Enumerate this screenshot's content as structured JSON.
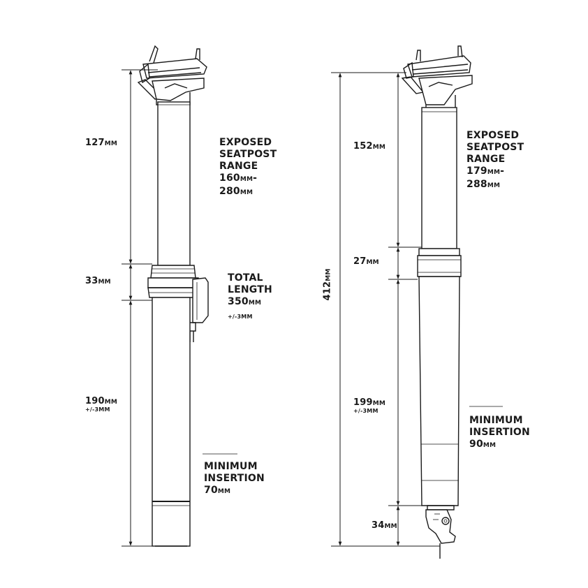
{
  "left_post": {
    "dims": [
      {
        "value": "127",
        "unit": "MM"
      },
      {
        "value": "33",
        "unit": "MM"
      },
      {
        "value": "190",
        "unit": "MM",
        "tolerance": "+/-3MM"
      }
    ],
    "exposed": {
      "line1": "EXPOSED",
      "line2": "SEATPOST",
      "line3": "RANGE",
      "line4": "160",
      "line4_unit": "MM",
      "line4_dash": "-",
      "line5": "280",
      "line5_unit": "MM"
    },
    "total": {
      "line1": "TOTAL",
      "line2": "LENGTH",
      "line3": "350",
      "line3_unit": "MM",
      "tolerance": "+/-3MM"
    },
    "insertion": {
      "line1": "MINIMUM",
      "line2": "INSERTION",
      "line3": "70",
      "line3_unit": "MM"
    }
  },
  "right_post": {
    "dims": [
      {
        "value": "152",
        "unit": "MM"
      },
      {
        "value": "27",
        "unit": "MM"
      },
      {
        "value": "199",
        "unit": "MM",
        "tolerance": "+/-3MM"
      },
      {
        "value": "34",
        "unit": "MM"
      }
    ],
    "overall": {
      "value": "412",
      "unit": "MM"
    },
    "exposed": {
      "line1": "EXPOSED",
      "line2": "SEATPOST",
      "line3": "RANGE",
      "line4": "179",
      "line4_unit": "MM",
      "line4_dash": "-",
      "line5": "288",
      "line5_unit": "MM"
    },
    "insertion": {
      "line1": "MINIMUM",
      "line2": "INSERTION",
      "line3": "90",
      "line3_unit": "MM"
    }
  },
  "colors": {
    "line": "#1a1a1a",
    "thin": "#444444"
  }
}
